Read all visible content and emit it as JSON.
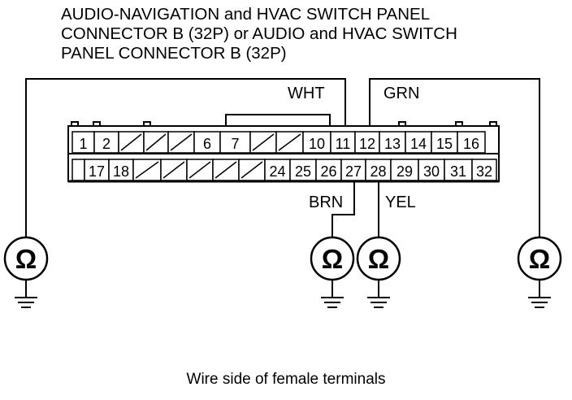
{
  "title": {
    "line1": "AUDIO-NAVIGATION and HVAC SWITCH PANEL",
    "line2": "CONNECTOR B (32P) or AUDIO and HVAC SWITCH",
    "line3": "PANEL CONNECTOR B (32P)"
  },
  "connector": {
    "top_row": [
      "1",
      "2",
      "",
      "",
      "",
      "6",
      "7",
      "",
      "",
      "10",
      "11",
      "12",
      "13",
      "14",
      "15",
      "16"
    ],
    "bottom_row": [
      "",
      "17",
      "18",
      "",
      "",
      "",
      "",
      "",
      "24",
      "25",
      "26",
      "27",
      "28",
      "29",
      "30",
      "31",
      "32"
    ]
  },
  "wires": {
    "wht": "WHT",
    "grn": "GRN",
    "brn": "BRN",
    "yel": "YEL"
  },
  "meter_symbol": "Ω",
  "icons": [
    "ohmmeter-icon",
    "ground-icon"
  ],
  "caption": "Wire side of female terminals"
}
